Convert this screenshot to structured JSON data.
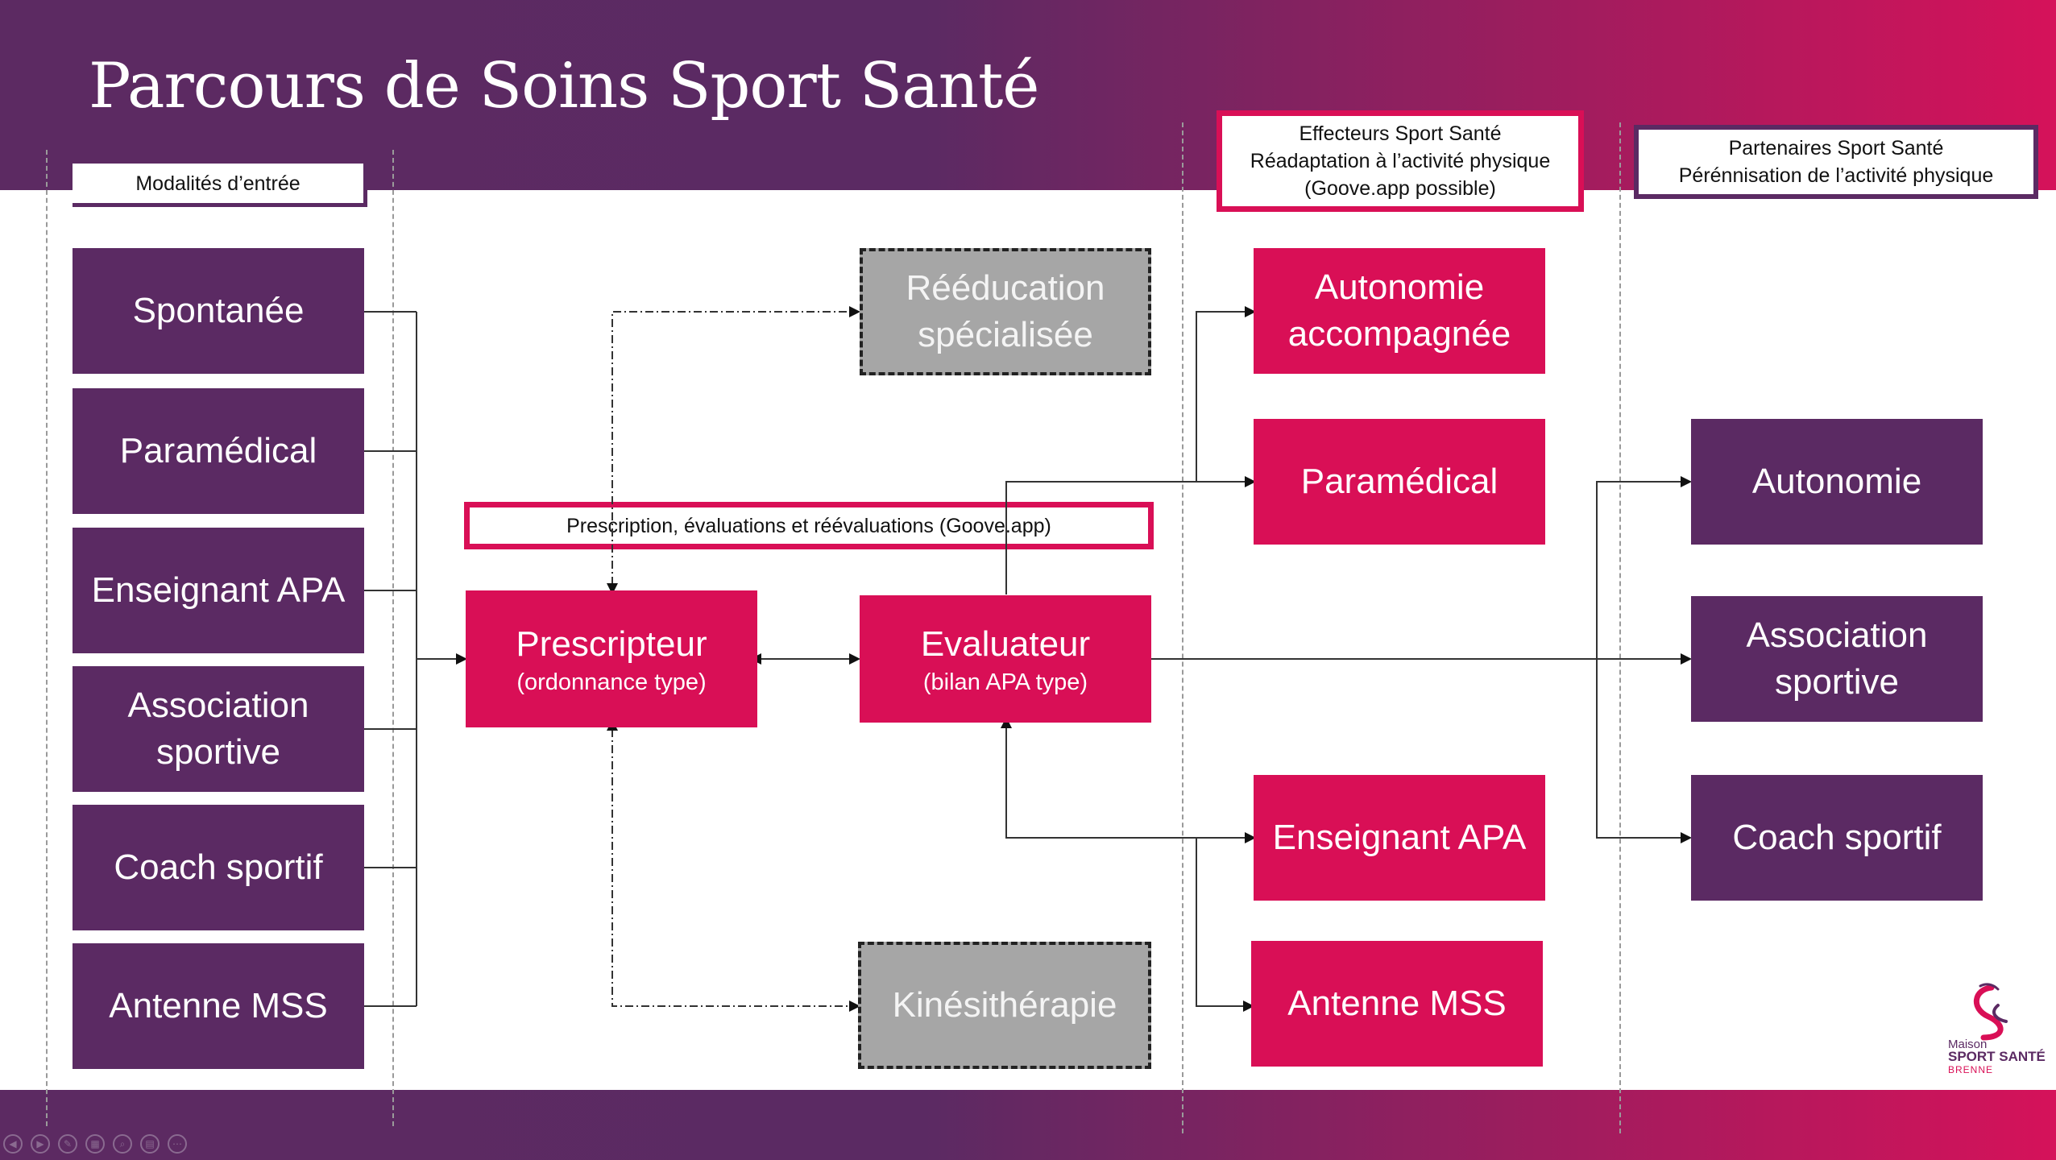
{
  "title": "Parcours de Soins Sport Santé",
  "colors": {
    "purple": "#5b2a63",
    "magenta": "#d90f56",
    "grey": "#a6a6a6"
  },
  "headers": {
    "entry": "Modalités d’entrée",
    "effecteurs": "Effecteurs Sport Santé\nRéadaptation à l’activité physique\n(Goove.app possible)",
    "partenaires": "Partenaires Sport Santé\nPérénnisation de l’activité physique",
    "prescription": "Prescription, évaluations et réévaluations (Goove.app)"
  },
  "entry_nodes": [
    "Spontanée",
    "Paramédical",
    "Enseignant APA",
    "Association\nsportive",
    "Coach sportif",
    "Antenne MSS"
  ],
  "prescripteur": {
    "label": "Prescripteur",
    "sub": "(ordonnance type)"
  },
  "evaluateur": {
    "label": "Evaluateur",
    "sub": "(bilan APA type)"
  },
  "reeducation": "Rééducation\nspécialisée",
  "kinesitherapie": "Kinésithérapie",
  "effecteurs_nodes": [
    "Autonomie\naccompagnée",
    "Paramédical",
    "Enseignant APA",
    "Antenne MSS"
  ],
  "partenaires_nodes": [
    "Autonomie",
    "Association\nsportive",
    "Coach sportif"
  ],
  "logo": {
    "line1": "Maison",
    "line2": "SPORT SANTÉ",
    "line3": "BRENNE"
  },
  "controls": [
    "prev-icon",
    "next-icon",
    "pen-icon",
    "slides-icon",
    "zoom-icon",
    "subtitles-icon",
    "more-icon"
  ]
}
